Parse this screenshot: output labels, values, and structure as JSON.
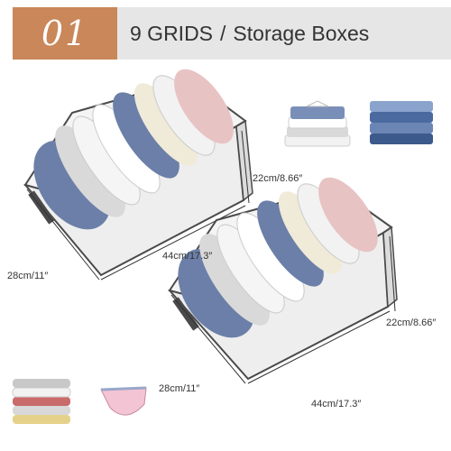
{
  "header": {
    "badge_number": "01",
    "title_part1": "9 GRIDS",
    "title_separator": "/",
    "title_part2": "Storage Boxes"
  },
  "box_top": {
    "height_label": "22cm/8.66″",
    "length_label": "44cm/17.3″",
    "width_label": "28cm/11″"
  },
  "box_bottom": {
    "height_label": "22cm/8.66″",
    "length_label": "44cm/17.3″",
    "width_label": "28cm/11″"
  },
  "colors": {
    "badge": "#c9875a",
    "title_bar": "#e6e6e6",
    "box_fabric": "#eeeeee",
    "box_trim": "#4a4a4a",
    "denim": "#6b7fa8",
    "pink": "#e8c3c3",
    "cream": "#f0ead8"
  },
  "icons": [
    "folded-shirts-icon",
    "folded-jeans-icon",
    "folded-towels-icon",
    "underwear-icon"
  ]
}
